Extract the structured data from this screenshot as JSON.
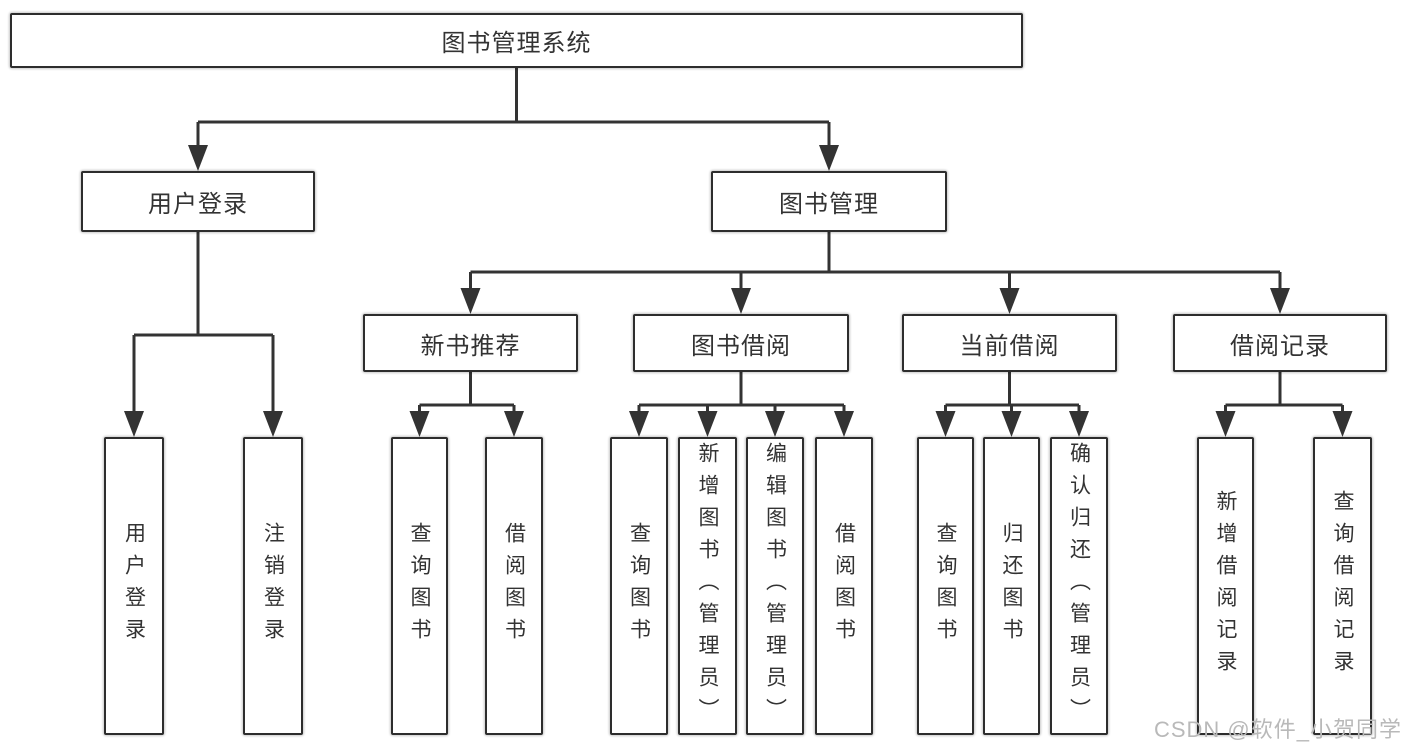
{
  "tree": {
    "label": "图书管理系统",
    "children": [
      {
        "label": "用户登录",
        "children": [
          {
            "label": "用户登录"
          },
          {
            "label": "注销登录"
          }
        ]
      },
      {
        "label": "图书管理",
        "children": [
          {
            "label": "新书推荐",
            "children": [
              {
                "label": "查询图书"
              },
              {
                "label": "借阅图书"
              }
            ]
          },
          {
            "label": "图书借阅",
            "children": [
              {
                "label": "查询图书"
              },
              {
                "label": "新增图书（管理员）"
              },
              {
                "label": "编辑图书（管理员）"
              },
              {
                "label": "借阅图书"
              }
            ]
          },
          {
            "label": "当前借阅",
            "children": [
              {
                "label": "查询图书"
              },
              {
                "label": "归还图书"
              },
              {
                "label": "确认归还（管理员）"
              }
            ]
          },
          {
            "label": "借阅记录",
            "children": [
              {
                "label": "新增借阅记录"
              },
              {
                "label": "查询借阅记录"
              }
            ]
          }
        ]
      }
    ]
  },
  "watermark": {
    "text": "CSDN @软件_小贺同学"
  },
  "colors": {
    "line": "#333333",
    "box_border": "#2d2d2d",
    "text": "#333333",
    "background": "#ffffff",
    "watermark": "#b9b9b9"
  }
}
